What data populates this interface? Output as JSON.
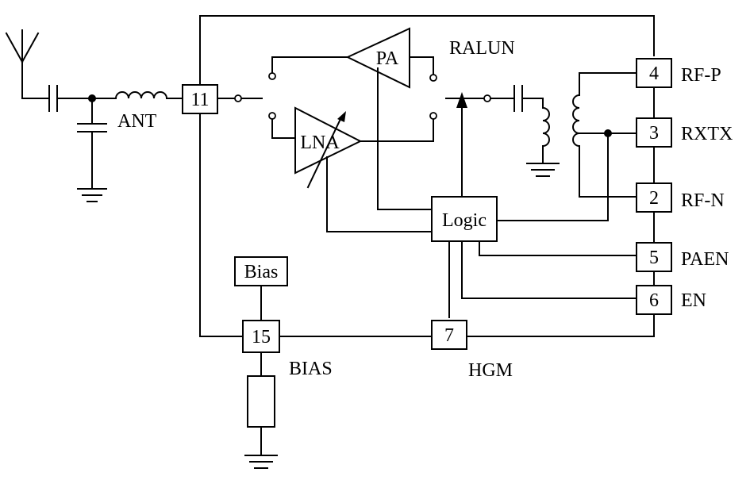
{
  "blocks": {
    "pa": "PA",
    "lna": "LNA",
    "logic": "Logic",
    "bias": "Bias"
  },
  "pins": {
    "p11": "11",
    "p4": "4",
    "p3": "3",
    "p2": "2",
    "p5": "5",
    "p6": "6",
    "p7": "7",
    "p15": "15"
  },
  "labels": {
    "ant": "ANT",
    "ralun": "RALUN",
    "rfp": "RF-P",
    "rxtx": "RXTX",
    "rfn": "RF-N",
    "paen": "PAEN",
    "en": "EN",
    "bias": "BIAS",
    "hgm": "HGM"
  },
  "icons": [
    "antenna-icon",
    "capacitor-icon",
    "inductor-icon",
    "ground-icon",
    "resistor-icon",
    "transformer-icon",
    "switch-icon",
    "amplifier-icon"
  ]
}
